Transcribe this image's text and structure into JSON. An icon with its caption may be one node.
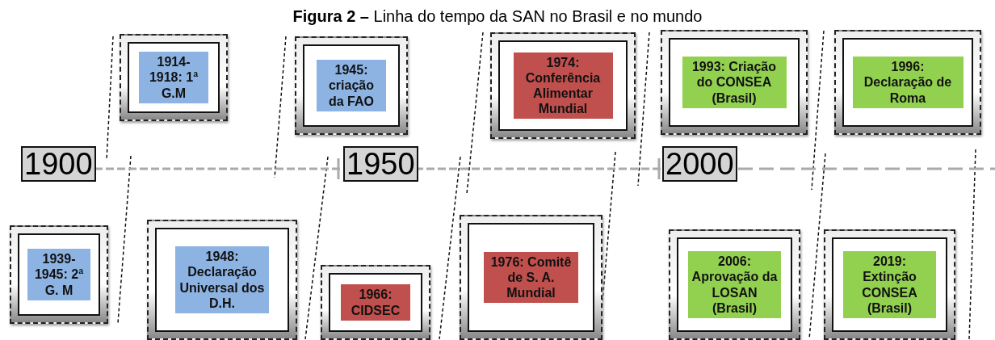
{
  "diagram": {
    "title": "**Figura 2 –** Linha do tempo da SAN no Brasil e no mundo",
    "nodes": [
      {
        "text": [
          "1914-1918: 1ª G.M"
        ]
      },
      {
        "text": [
          "1945: criação da FAO"
        ]
      },
      {
        "text": [
          "1974: Conferência Alimentar Mundial"
        ]
      },
      {
        "text": [
          "1993: Criação do CONSEA (Brasil)"
        ]
      },
      {
        "text": [
          "1996: Declaração de Roma"
        ]
      },
      {
        "text": [
          "1900"
        ]
      },
      {
        "text": [
          "1950"
        ]
      },
      {
        "text": [
          "2000"
        ]
      },
      {
        "text": [
          "1939-1945: 2ª G. M"
        ]
      },
      {
        "text": [
          "1948: Declaração Universal dos D.H."
        ]
      },
      {
        "text": [
          "1966: CIDSEC"
        ]
      },
      {
        "text": [
          "1976: Comitê de S. A. Mundial"
        ]
      },
      {
        "text": [
          "2006: Aprovação da LOSAN (Brasil)"
        ]
      },
      {
        "text": [
          "2019: Extinção CONSEA (Brasil)"
        ]
      }
    ],
    "edges": [
      {
        "from": 5,
        "to": 6,
        "arrow": "none",
        "style": "dashed"
      },
      {
        "from": 6,
        "to": 7,
        "arrow": "none",
        "style": "dashed"
      },
      {
        "from": 7,
        "to": null,
        "arrow": "none",
        "style": "dashed"
      }
    ]
  }
}
